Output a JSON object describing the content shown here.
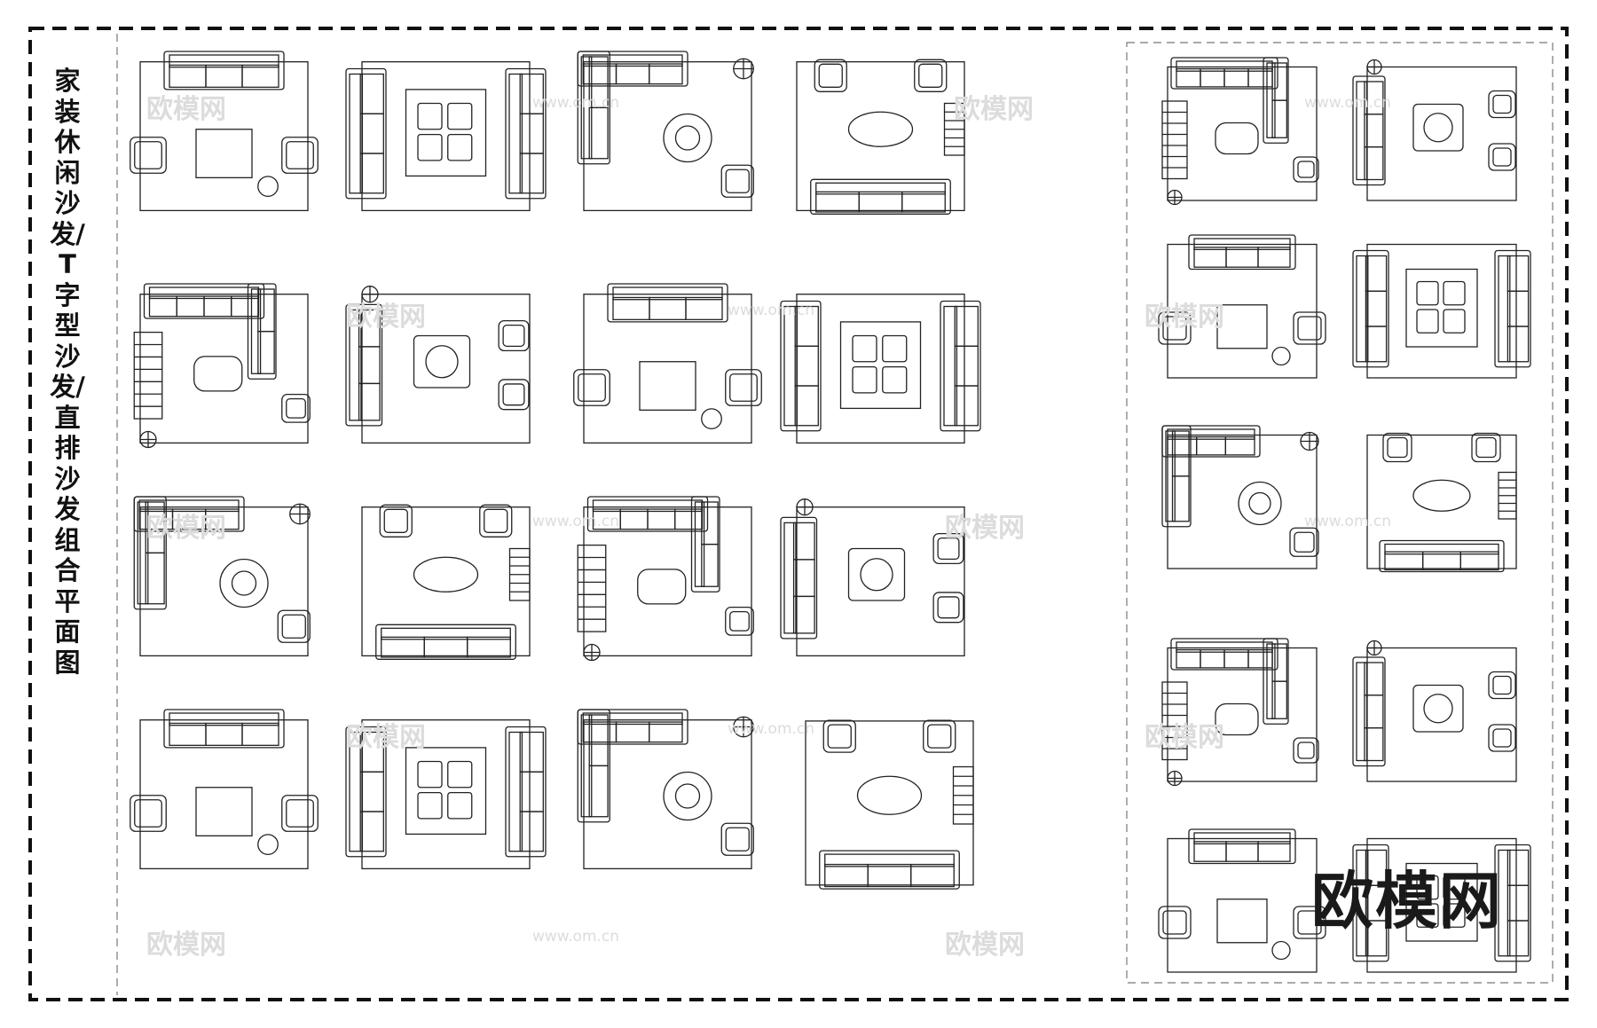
{
  "title": "家装休闲沙发/T字型沙发/直排沙发组合平面图",
  "brand": "欧模网",
  "watermark": {
    "site_name": "欧模网",
    "url": "www.om.cn"
  },
  "colors": {
    "line": "#222222",
    "border": "#111111",
    "watermark": "#dcdcdc",
    "background": "#ffffff"
  },
  "grid": {
    "left_section": {
      "rows": 4,
      "cols": 4
    },
    "right_section": {
      "rows": 5,
      "cols": 2
    }
  }
}
